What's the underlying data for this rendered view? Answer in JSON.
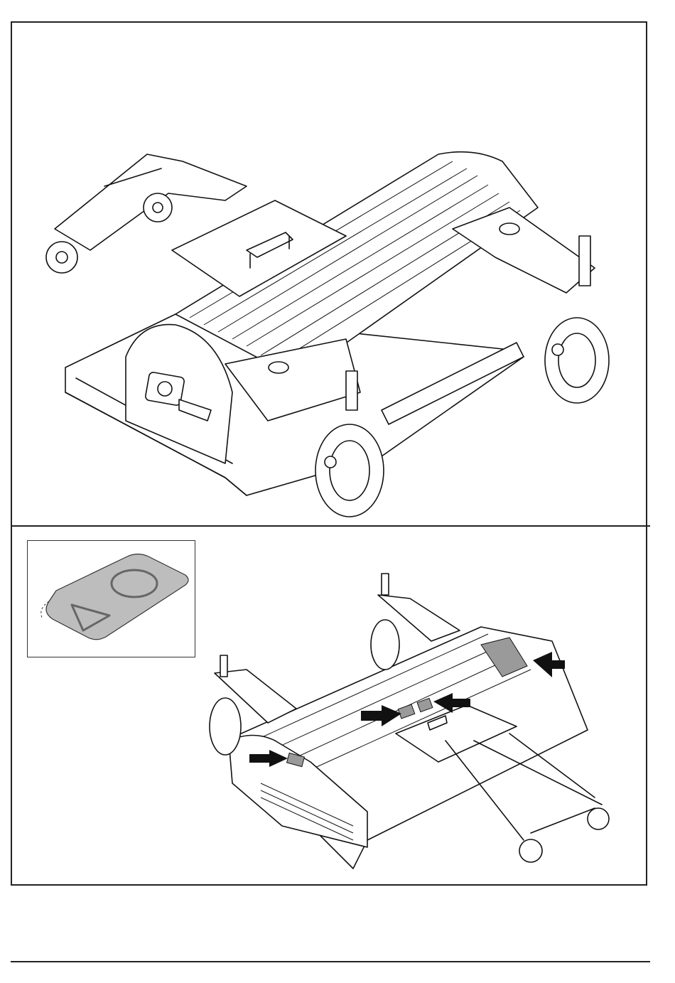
{
  "page": {
    "figures": [
      {
        "id": "top",
        "subject": "mower-deck-top-view"
      },
      {
        "id": "bottom",
        "subject": "mower-deck-decal-locations"
      }
    ],
    "inset": {
      "subject": "decal-peel-detail"
    },
    "arrows": {
      "count": 4,
      "color": "#111111"
    },
    "decal_color": "#9a9a9a"
  }
}
